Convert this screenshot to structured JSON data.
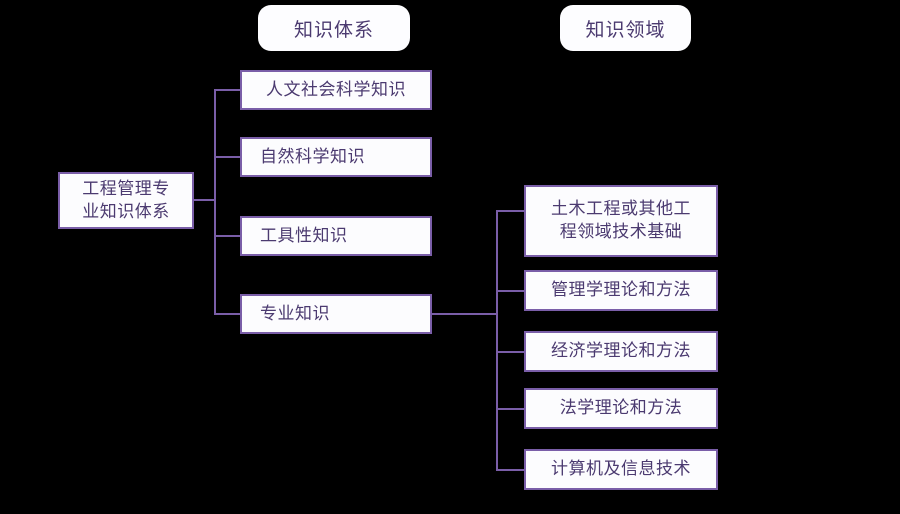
{
  "diagram": {
    "title_left": "知识体系",
    "title_right": "知识领域",
    "root": {
      "label": "工程管理专业知识体系",
      "line1": "工程管理专",
      "line2": "业知识体系"
    },
    "knowledge_system": [
      {
        "label": "人文社会科学知识",
        "align": "center"
      },
      {
        "label": "自然科学知识",
        "align": "left"
      },
      {
        "label": "工具性知识",
        "align": "left"
      },
      {
        "label": "专业知识",
        "align": "left"
      }
    ],
    "knowledge_domains": [
      {
        "line1": "土木工程或其他工",
        "line2": "程领域技术基础",
        "label": "土木工程或其他工程领域技术基础"
      },
      {
        "label": "管理学理论和方法"
      },
      {
        "label": "经济学理论和方法"
      },
      {
        "label": "法学理论和方法"
      },
      {
        "label": "计算机及信息技术"
      }
    ],
    "colors": {
      "background": "#000000",
      "box_fill": "#fcfcfe",
      "border": "#7a5ea8",
      "text": "#4b3a70",
      "connector": "#7a5ea8"
    }
  }
}
